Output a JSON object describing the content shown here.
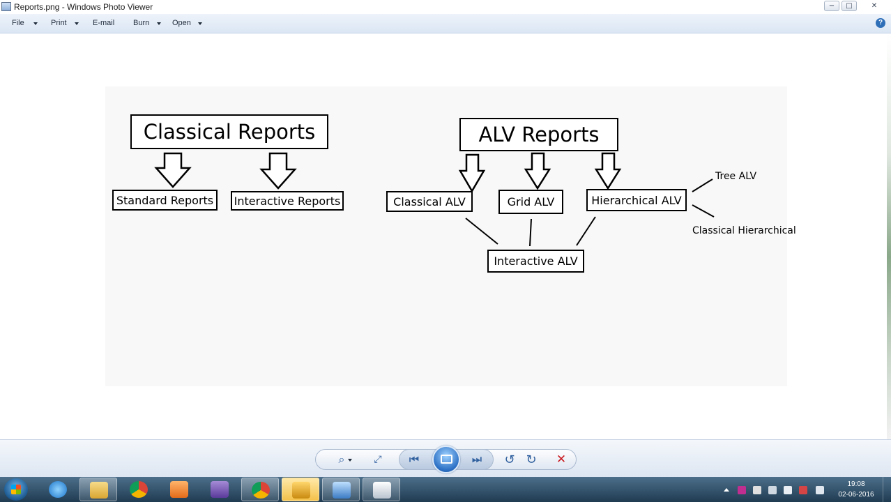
{
  "window": {
    "title": "Reports.png - Windows Photo Viewer",
    "minimize_glyph": "−",
    "maximize_glyph": "□",
    "close_glyph": "✕"
  },
  "menu": {
    "file": "File",
    "print": "Print",
    "email": "E-mail",
    "burn": "Burn",
    "open": "Open",
    "help_glyph": "?"
  },
  "diagram": {
    "classical_reports": "Classical Reports",
    "standard_reports": "Standard Reports",
    "interactive_reports": "Interactive Reports",
    "alv_reports": "ALV Reports",
    "classical_alv": "Classical ALV",
    "grid_alv": "Grid ALV",
    "hierarchical_alv": "Hierarchical ALV",
    "interactive_alv": "Interactive ALV",
    "tree_alv": "Tree ALV",
    "classical_hierarchical": "Classical Hierarchical"
  },
  "controls": {
    "zoom_glyph": "⌕",
    "fit_glyph": "⤢",
    "previous_glyph": "⏮",
    "next_glyph": "⏭",
    "rotate_left_glyph": "↺",
    "rotate_right_glyph": "↻",
    "delete_glyph": "✕"
  },
  "taskbar": {
    "time": "19:08",
    "date": "02-06-2016"
  },
  "colors": {
    "menubar_bg": "#dbe6f4",
    "canvas_bg": "#f8f8f8",
    "delete_red": "#c8191f",
    "taskbar_bg": "#1f3b52"
  }
}
